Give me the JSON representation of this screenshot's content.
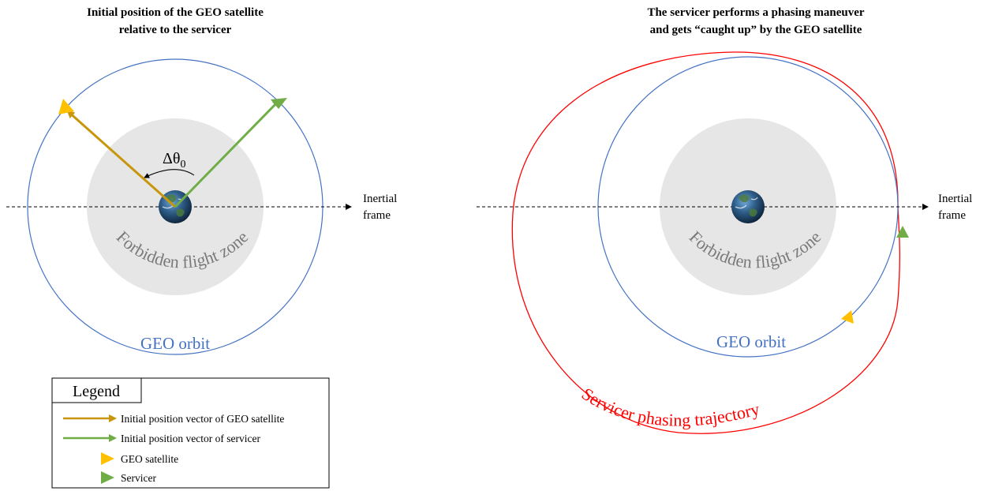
{
  "left_panel": {
    "title_line1": "Initial position of the GEO satellite",
    "title_line2": "relative to the servicer",
    "angle_symbol": "Δθ",
    "angle_subscript": "0",
    "zone_label": "Forbidden flight zone",
    "orbit_label": "GEO orbit",
    "frame_label_line1": "Inertial",
    "frame_label_line2": "frame"
  },
  "right_panel": {
    "title_line1": "The servicer performs a phasing maneuver",
    "title_line2": "and gets “caught up” by the GEO satellite",
    "zone_label": "Forbidden flight zone",
    "orbit_label": "GEO orbit",
    "trajectory_label": "Servicer phasing trajectory",
    "frame_label_line1": "Inertial",
    "frame_label_line2": "frame"
  },
  "legend": {
    "title": "Legend",
    "items": [
      {
        "label": "Initial position vector of GEO satellite",
        "icon": "arrow",
        "color": "#c8960c"
      },
      {
        "label": "Initial position vector of servicer",
        "icon": "arrow",
        "color": "#70ad47"
      },
      {
        "label": "GEO satellite",
        "icon": "triangle",
        "color": "#ffc000"
      },
      {
        "label": "Servicer",
        "icon": "triangle",
        "color": "#70ad47"
      }
    ]
  },
  "colors": {
    "geo_orbit": "#4472c4",
    "trajectory": "#ff0000",
    "forbidden_zone": "#e6e6e6",
    "geo_vector": "#c8960c",
    "servicer_vector": "#70ad47",
    "geo_satellite": "#ffc000",
    "servicer": "#70ad47"
  }
}
